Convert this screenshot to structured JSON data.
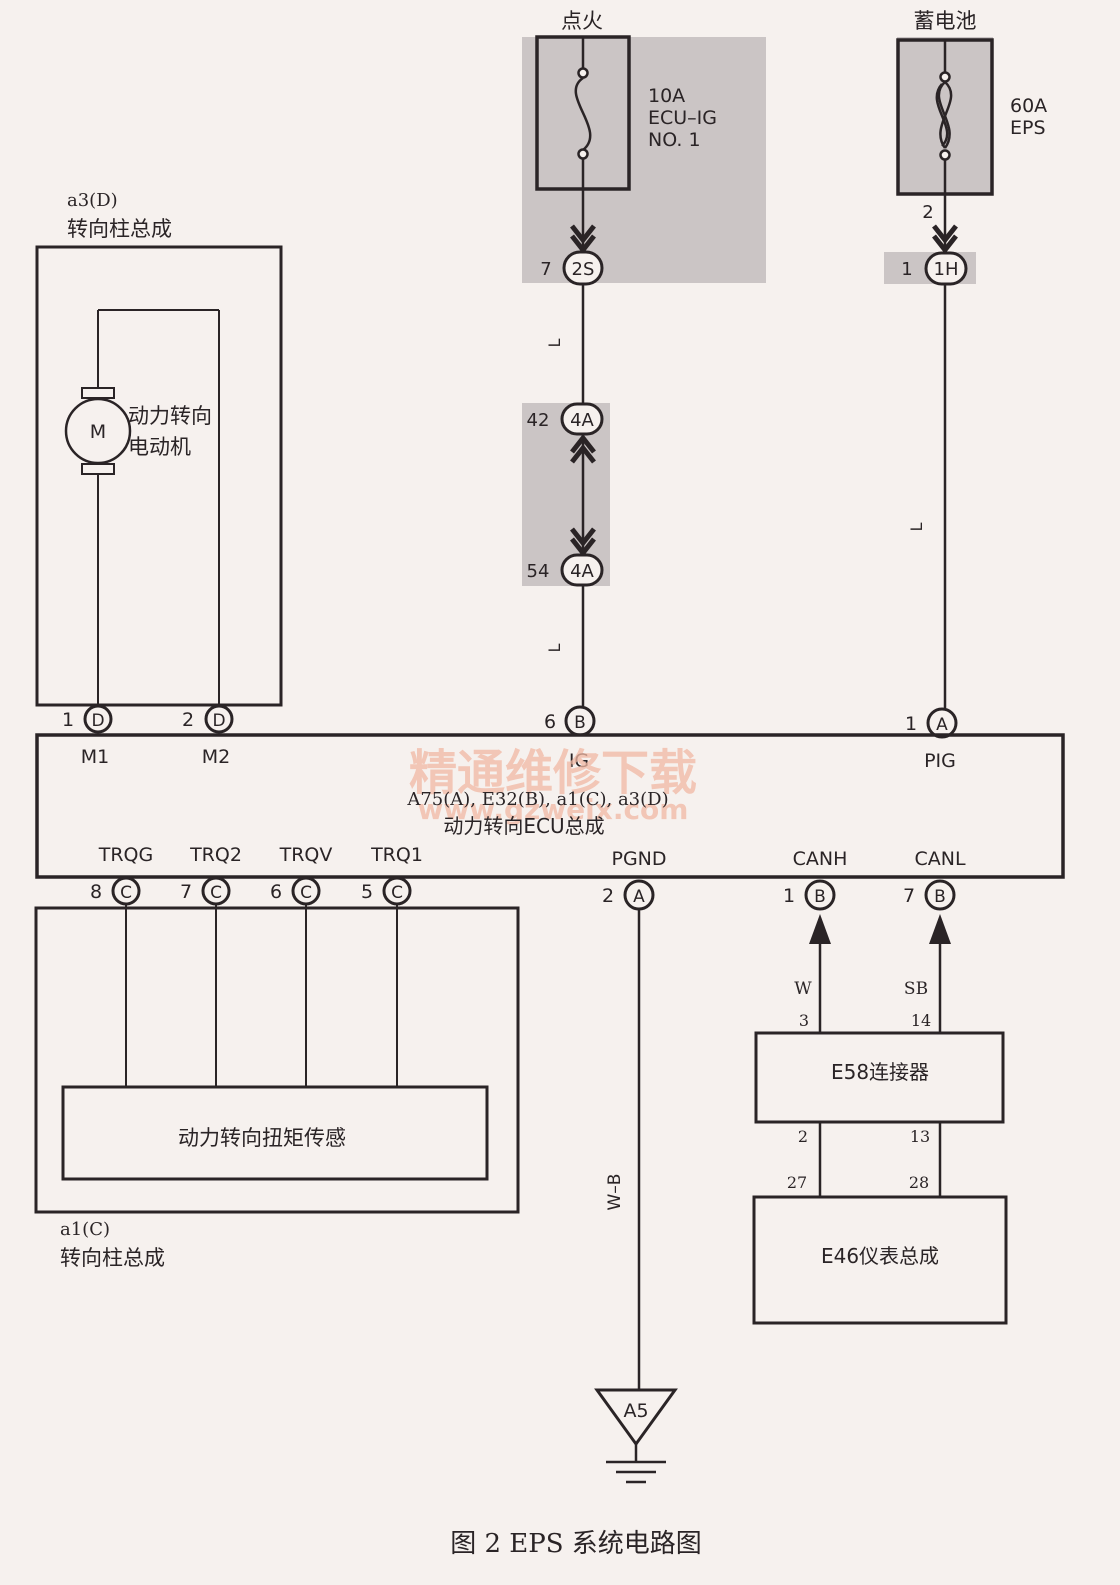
{
  "sources": {
    "ignition": "点火",
    "battery": "蓄电池"
  },
  "fuses": {
    "ecu_ig": {
      "rating": "10A",
      "name": "ECU–IG",
      "no": "NO. 1"
    },
    "eps": {
      "rating": "60A",
      "name": "EPS"
    }
  },
  "connectors": {
    "c2S": {
      "id": "2S",
      "pin": "7"
    },
    "c1H": {
      "id": "1H",
      "pin": "1",
      "wire_pin": "2"
    },
    "c4A_top": {
      "id": "4A",
      "pin": "42"
    },
    "c4A_bot": {
      "id": "4A",
      "pin": "54"
    },
    "ig": {
      "id": "B",
      "pin": "6"
    },
    "pig": {
      "id": "A",
      "pin": "1"
    },
    "m1": {
      "id": "D",
      "pin": "1"
    },
    "m2": {
      "id": "D",
      "pin": "2"
    },
    "trqg": {
      "id": "C",
      "pin": "8"
    },
    "trq2": {
      "id": "C",
      "pin": "7"
    },
    "trqv": {
      "id": "C",
      "pin": "6"
    },
    "trq1": {
      "id": "C",
      "pin": "5"
    },
    "pgnd": {
      "id": "A",
      "pin": "2"
    },
    "canh": {
      "id": "B",
      "pin": "1"
    },
    "canl": {
      "id": "B",
      "pin": "7"
    }
  },
  "wires": {
    "ig_upper": "L",
    "ig_lower": "L",
    "pig": "L",
    "ground": "W–B",
    "canh": "W",
    "canl": "SB"
  },
  "steering_column_d": {
    "code": "a3(D)",
    "name": "转向柱总成"
  },
  "motor": {
    "symbol": "M",
    "label_line1": "动力转向",
    "label_line2": "电动机"
  },
  "ecu": {
    "codes": "A75(A), E32(B), a1(C), a3(D)",
    "name": "动力转向ECU总成",
    "pins": {
      "m1": "M1",
      "m2": "M2",
      "ig": "IG",
      "pig": "PIG",
      "trqg": "TRQG",
      "trq2": "TRQ2",
      "trqv": "TRQV",
      "trq1": "TRQ1",
      "pgnd": "PGND",
      "canh": "CANH",
      "canl": "CANL"
    }
  },
  "steering_column_c": {
    "code": "a1(C)",
    "name": "转向柱总成",
    "sensor": "动力转向扭矩传感"
  },
  "e58": {
    "name": "E58连接器",
    "pin_w": "3",
    "pin_sb": "14",
    "pin_b_left": "2",
    "pin_b_right": "13"
  },
  "e46": {
    "name": "E46仪表总成",
    "pin_left": "27",
    "pin_right": "28"
  },
  "ground": {
    "label": "A5"
  },
  "watermark": {
    "line1": "精通维修下载",
    "line2": "www.gzweix.com"
  },
  "caption": "图 2  EPS 系统电路图",
  "colors": {
    "line": "#2a2426",
    "shade": "#cbc5c5",
    "watermark": "#f1b8a4",
    "background": "#f6f1ee"
  }
}
